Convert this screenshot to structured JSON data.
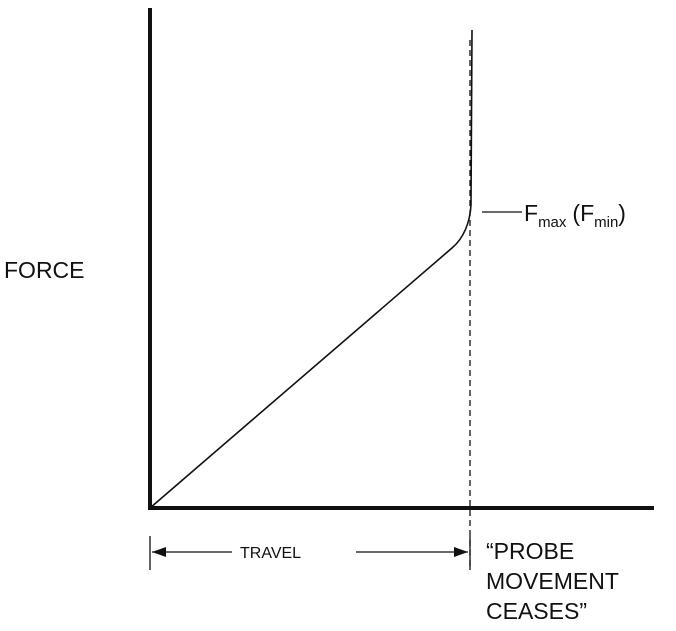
{
  "diagram": {
    "y_axis_label": "FORCE",
    "travel_label": "TRAVEL",
    "force_label": {
      "main": "F",
      "main_sub": "max",
      "paren_open": "(F",
      "paren_sub": "min",
      "paren_close": ")"
    },
    "note_lines": [
      "“PROBE",
      "MOVEMENT",
      "CEASES”"
    ],
    "colors": {
      "ink": "#111111",
      "background": "#ffffff"
    }
  }
}
